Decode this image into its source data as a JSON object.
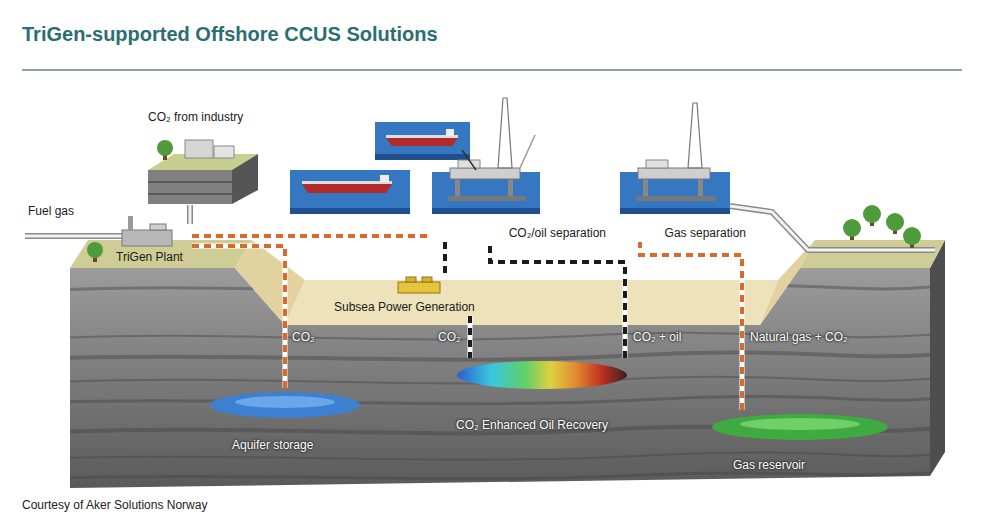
{
  "diagram": {
    "title": "TriGen-supported Offshore CCUS Solutions",
    "caption": "Courtesy of Aker Solutions Norway",
    "nodes": [
      {
        "text": [
          "CO₂ from industry"
        ]
      },
      {
        "text": [
          "TriGen Plant"
        ]
      },
      {
        "text": [
          "CO₂/oil separation"
        ]
      },
      {
        "text": [
          "Gas separation"
        ]
      },
      {
        "text": [
          "Subsea Power Generation"
        ]
      },
      {
        "text": [
          "Aquifer storage"
        ]
      },
      {
        "text": [
          "CO₂ Enhanced Oil Recovery"
        ]
      },
      {
        "text": [
          "Gas reservoir"
        ]
      }
    ],
    "edges": [
      {
        "from": 0,
        "to": 1,
        "arrow": "none"
      },
      {
        "from": 1,
        "to": 5,
        "label": "CO₂",
        "arrow": "none"
      },
      {
        "from": 1,
        "to": 2,
        "arrow": "none"
      },
      {
        "from": 2,
        "to": 4,
        "arrow": "none"
      },
      {
        "from": 4,
        "to": 6,
        "label": "CO₂",
        "arrow": "none"
      },
      {
        "from": 6,
        "to": 2,
        "label": "CO₂ + oil",
        "arrow": "none"
      },
      {
        "from": 7,
        "to": 3,
        "label": "Natural gas + CO₂",
        "arrow": "none"
      }
    ],
    "labels": [
      "Fuel gas"
    ]
  }
}
